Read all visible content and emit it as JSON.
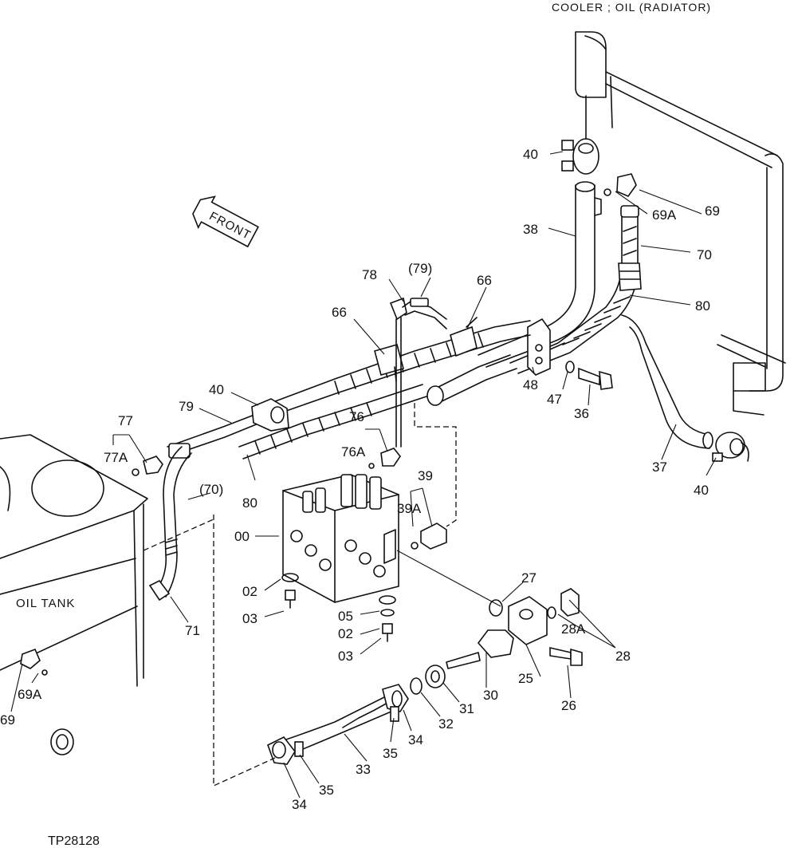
{
  "header_title": "COOLER ; OIL (RADIATOR)",
  "oil_tank_label": "OIL TANK",
  "front_arrow_label": "FRONT",
  "figure_id": "TP28128",
  "callouts": {
    "c40a": "40",
    "c69a": "69",
    "c69A_a": "69A",
    "c38": "38",
    "c70": "70",
    "c80a": "80",
    "c79p": "(79)",
    "c78": "78",
    "c66a": "66",
    "c66b": "66",
    "c48": "48",
    "c47": "47",
    "c36": "36",
    "c37": "37",
    "c40c": "40",
    "c40b": "40",
    "c79": "79",
    "c77": "77",
    "c77A": "77A",
    "c76": "76",
    "c76A": "76A",
    "c39": "39",
    "c39A": "39A",
    "c70p": "(70)",
    "c80b": "80",
    "c00": "00",
    "c02a": "02",
    "c03a": "03",
    "c05": "05",
    "c02b": "02",
    "c03b": "03",
    "c71": "71",
    "c27": "27",
    "c28A": "28A",
    "c28": "28",
    "c25": "25",
    "c26": "26",
    "c30": "30",
    "c31": "31",
    "c32": "32",
    "c33": "33",
    "c34a": "34",
    "c35a": "35",
    "c34b": "34",
    "c35b": "35",
    "c69A_b": "69A",
    "c69b": "69"
  }
}
